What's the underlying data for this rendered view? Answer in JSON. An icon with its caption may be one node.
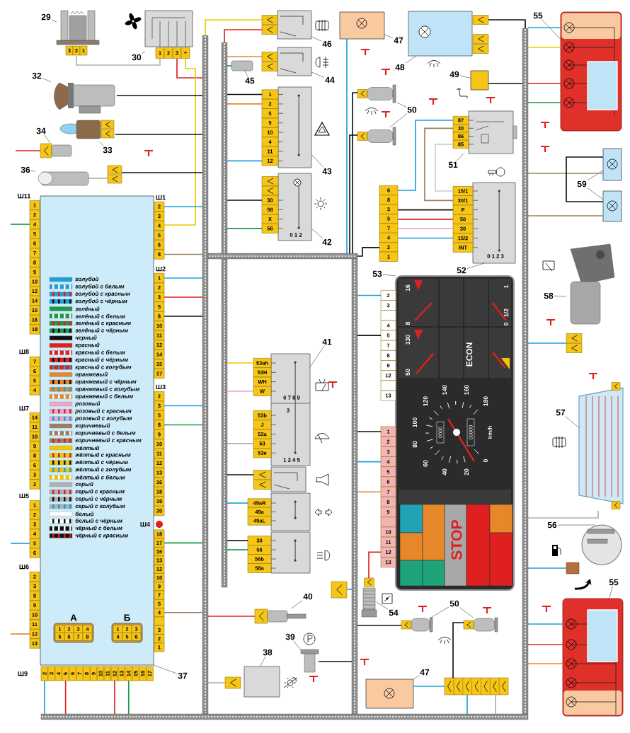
{
  "diagram": {
    "nodes": [
      {
        "text": [],
        "shape": "box"
      },
      {
        "text": [
          "Ш11",
          "1",
          "2",
          "4",
          "5",
          "6",
          "7",
          "8",
          "9",
          "10",
          "12",
          "14",
          "15",
          "16",
          "18"
        ]
      },
      {
        "text": [
          "Ш8",
          "7",
          "6",
          "5",
          "4"
        ]
      },
      {
        "text": [
          "Ш7",
          "14",
          "11",
          "10",
          "9",
          "8",
          "6",
          "3",
          "2"
        ]
      },
      {
        "text": [
          "Ш5",
          "1",
          "2",
          "3",
          "4",
          "5",
          "6"
        ]
      },
      {
        "text": [
          "Ш6",
          "2",
          "3",
          "8",
          "9",
          "10",
          "11",
          "12",
          "13"
        ]
      },
      {
        "text": [
          "Ш1",
          "2",
          "3",
          "4",
          "5",
          "6",
          "8"
        ]
      },
      {
        "text": [
          "Ш2",
          "1",
          "2",
          "3",
          "5",
          "8",
          "10",
          "11",
          "12",
          "14",
          "15",
          "17"
        ]
      },
      {
        "text": [
          "Ш3",
          "2",
          "3",
          "5",
          "8",
          "9",
          "10",
          "11",
          "12",
          "13",
          "16",
          "18",
          "19",
          "20"
        ]
      },
      {
        "text": [
          "Ш4",
          "18",
          "17",
          "16",
          "13",
          "12",
          "10",
          "9",
          "7",
          "5",
          "4",
          "3",
          "2",
          "1"
        ]
      },
      {
        "text": [
          "Ш9",
          "2",
          "3",
          "4",
          "5",
          "6",
          "7",
          "8",
          "9",
          "10",
          "11",
          "12",
          "13",
          "14",
          "15",
          "16",
          "17"
        ]
      },
      {
        "text": [
          "А",
          "1",
          "2",
          "3",
          "4",
          "5",
          "6",
          "7",
          "8"
        ],
        "in": 0
      },
      {
        "text": [
          "Б",
          "1",
          "2",
          "3",
          "4",
          "5",
          "6"
        ],
        "in": 0
      },
      {
        "text": [
          "3",
          "2",
          "1"
        ]
      },
      {
        "text": [
          "1",
          "2",
          "3",
          "+"
        ]
      },
      {
        "text": [],
        "shape": "cylinder"
      },
      {
        "text": [],
        "shape": "picture"
      },
      {
        "text": [],
        "shape": "cylinder"
      },
      {
        "text": [],
        "shape": "picture"
      },
      {
        "text": [],
        "shape": "box"
      },
      {
        "text": [],
        "shape": "box"
      },
      {
        "text": [],
        "shape": "cylinder"
      },
      {
        "text": [
          "1",
          "2",
          "5",
          "9",
          "10",
          "4",
          "11",
          "12"
        ]
      },
      {
        "text": [
          "30",
          "58",
          "X",
          "56",
          "0 1 2"
        ]
      },
      {
        "text": [],
        "shape": "box"
      },
      {
        "text": [],
        "shape": "box"
      },
      {
        "text": [],
        "shape": "box"
      },
      {
        "text": [],
        "shape": "picture"
      },
      {
        "text": [],
        "shape": "picture"
      },
      {
        "text": [
          "87",
          "30",
          "86",
          "85"
        ]
      },
      {
        "text": [
          "6",
          "8",
          "3",
          "5",
          "7",
          "4",
          "2",
          "1"
        ]
      },
      {
        "text": [
          "15/1",
          "30/1",
          "P",
          "50",
          "30",
          "15/2",
          "INT",
          "0 1 2 3"
        ]
      },
      {
        "text": [],
        "shape": "box"
      },
      {
        "text": [],
        "shape": "box"
      },
      {
        "text": [],
        "shape": "box"
      },
      {
        "text": [],
        "shape": "picture"
      },
      {
        "text": [],
        "shape": "picture"
      },
      {
        "text": [],
        "shape": "picture"
      },
      {
        "text": [],
        "shape": "box"
      },
      {
        "text": [
          "16",
          "8",
          "130",
          "50",
          "ECON",
          "1",
          "1/2",
          "0",
          "140",
          "160",
          "120",
          "180",
          "100",
          "80",
          "60",
          "40",
          "20",
          "0",
          "0000",
          "00000",
          "km/h",
          "STOP"
        ]
      },
      {
        "text": [
          "2",
          "3",
          "4",
          "5",
          "7",
          "8",
          "9",
          "12",
          "13"
        ]
      },
      {
        "text": [
          "1",
          "2",
          "3",
          "4",
          "5",
          "6",
          "7",
          "8",
          "9",
          "10",
          "11",
          "12",
          "13"
        ]
      },
      {
        "text": [],
        "shape": "picture"
      },
      {
        "text": [],
        "shape": "cylinder"
      },
      {
        "text": [],
        "shape": "cylinder"
      },
      {
        "text": [],
        "shape": "box"
      },
      {
        "text": [],
        "shape": "picture"
      },
      {
        "text": [],
        "shape": "cylinder"
      },
      {
        "text": [],
        "shape": "box"
      },
      {
        "text": [
          "53ah",
          "53H",
          "WH",
          "W",
          "53b",
          "J",
          "53a",
          "53",
          "53e",
          "6 7 8 9",
          "3",
          "1 2 4 5"
        ]
      },
      {
        "text": [],
        "shape": "box"
      },
      {
        "text": [
          "49aR",
          "49a",
          "49aL"
        ]
      },
      {
        "text": [
          "30",
          "56",
          "56b",
          "56a"
        ]
      },
      {
        "text": [],
        "shape": "box"
      },
      {
        "text": [],
        "shape": "box"
      },
      {
        "text": [
          "29"
        ]
      },
      {
        "text": [
          "30"
        ]
      },
      {
        "text": [
          "32"
        ]
      },
      {
        "text": [
          "33"
        ]
      },
      {
        "text": [
          "34"
        ]
      },
      {
        "text": [
          "36"
        ]
      },
      {
        "text": [
          "46"
        ]
      },
      {
        "text": [
          "44"
        ]
      },
      {
        "text": [
          "45"
        ]
      },
      {
        "text": [
          "43"
        ]
      },
      {
        "text": [
          "42"
        ]
      },
      {
        "text": [
          "47"
        ]
      },
      {
        "text": [
          "48"
        ]
      },
      {
        "text": [
          "49"
        ]
      },
      {
        "text": [
          "50"
        ]
      },
      {
        "text": [
          "51"
        ]
      },
      {
        "text": [
          "52"
        ]
      },
      {
        "text": [
          "55"
        ]
      },
      {
        "text": [
          "59"
        ]
      },
      {
        "text": [
          "58"
        ]
      },
      {
        "text": [
          "57"
        ]
      },
      {
        "text": [
          "56"
        ]
      },
      {
        "text": [
          "55"
        ]
      },
      {
        "text": [
          "53"
        ]
      },
      {
        "text": [
          "54"
        ]
      },
      {
        "text": [
          "50"
        ]
      },
      {
        "text": [
          "47"
        ]
      },
      {
        "text": [
          "40"
        ]
      },
      {
        "text": [
          "39"
        ]
      },
      {
        "text": [
          "38"
        ]
      },
      {
        "text": [
          "41"
        ]
      },
      {
        "text": [
          "37"
        ]
      },
      {
        "text": [],
        "shape": "bar"
      },
      {
        "text": [],
        "shape": "bar"
      },
      {
        "text": [],
        "shape": "bar"
      },
      {
        "text": [],
        "shape": "bar"
      },
      {
        "text": [],
        "shape": "bar"
      },
      {
        "text": [],
        "shape": "bar"
      }
    ],
    "edges": [
      {
        "from": 55,
        "to": 13,
        "arrow": "none",
        "color": "#444444"
      },
      {
        "from": 56,
        "to": 14,
        "arrow": "none",
        "color": "#444444"
      },
      {
        "from": 57,
        "to": 15,
        "arrow": "none",
        "color": "#444444"
      },
      {
        "from": 58,
        "to": 16,
        "arrow": "none",
        "color": "#444444"
      },
      {
        "from": 59,
        "to": 17,
        "arrow": "none",
        "color": "#444444"
      },
      {
        "from": 60,
        "to": 18,
        "arrow": "none",
        "color": "#444444"
      },
      {
        "from": 61,
        "to": 19,
        "arrow": "none",
        "color": "#444444"
      },
      {
        "from": 62,
        "to": 20,
        "arrow": "none",
        "color": "#444444"
      },
      {
        "from": 63,
        "to": 21,
        "arrow": "none",
        "color": "#444444"
      },
      {
        "from": 64,
        "to": 22,
        "arrow": "none",
        "color": "#444444"
      },
      {
        "from": 65,
        "to": 23,
        "arrow": "none",
        "color": "#444444"
      },
      {
        "from": 66,
        "to": 24,
        "arrow": "none",
        "color": "#444444"
      },
      {
        "from": 67,
        "to": 25,
        "arrow": "none",
        "color": "#444444"
      },
      {
        "from": 68,
        "to": 26,
        "arrow": "none",
        "color": "#444444"
      },
      {
        "from": 69,
        "to": 27,
        "arrow": "none",
        "color": "#444444"
      },
      {
        "from": 69,
        "to": 28,
        "arrow": "none",
        "color": "#444444"
      },
      {
        "from": 70,
        "to": 29,
        "arrow": "none",
        "color": "#444444"
      },
      {
        "from": 71,
        "to": 31,
        "arrow": "none",
        "color": "#444444"
      },
      {
        "from": 72,
        "to": 32,
        "arrow": "none",
        "color": "#444444"
      },
      {
        "from": 73,
        "to": 33,
        "arrow": "none",
        "color": "#444444"
      },
      {
        "from": 73,
        "to": 34,
        "arrow": "none",
        "color": "#444444"
      },
      {
        "from": 74,
        "to": 35,
        "arrow": "none",
        "color": "#444444"
      },
      {
        "from": 75,
        "to": 36,
        "arrow": "none",
        "color": "#444444"
      },
      {
        "from": 76,
        "to": 37,
        "arrow": "none",
        "color": "#444444"
      },
      {
        "from": 77,
        "to": 38,
        "arrow": "none",
        "color": "#444444"
      },
      {
        "from": 78,
        "to": 39,
        "arrow": "none",
        "color": "#444444"
      },
      {
        "from": 79,
        "to": 42,
        "arrow": "none",
        "color": "#444444"
      },
      {
        "from": 80,
        "to": 43,
        "arrow": "none",
        "color": "#444444"
      },
      {
        "from": 80,
        "to": 44,
        "arrow": "none",
        "color": "#444444"
      },
      {
        "from": 81,
        "to": 45,
        "arrow": "none",
        "color": "#444444"
      },
      {
        "from": 82,
        "to": 46,
        "arrow": "none",
        "color": "#444444"
      },
      {
        "from": 83,
        "to": 47,
        "arrow": "none",
        "color": "#444444"
      },
      {
        "from": 84,
        "to": 48,
        "arrow": "none",
        "color": "#444444"
      },
      {
        "from": 85,
        "to": 49,
        "arrow": "none",
        "color": "#444444"
      },
      {
        "from": 86,
        "to": 0,
        "arrow": "none",
        "color": "#444444"
      },
      {
        "from": 13,
        "to": 14,
        "arrow": "none",
        "color": "#b0b0b0"
      },
      {
        "from": 14,
        "to": 87,
        "arrow": "none",
        "color": "#e02020"
      },
      {
        "from": 14,
        "to": 6,
        "arrow": "none",
        "color": "#f0c800"
      },
      {
        "from": 15,
        "to": 87,
        "arrow": "none",
        "color": "#111111"
      },
      {
        "from": 16,
        "to": 87,
        "arrow": "none",
        "color": "#111111"
      },
      {
        "from": 18,
        "to": 87,
        "arrow": "none",
        "color": "#111111"
      },
      {
        "from": null,
        "to": 17,
        "arrow": "none",
        "color": "#e02020"
      },
      {
        "from": 19,
        "to": 87,
        "arrow": "none",
        "color": "#f0c800"
      },
      {
        "from": 19,
        "to": 88,
        "arrow": "none",
        "color": "#e02020"
      },
      {
        "from": 20,
        "to": 88,
        "arrow": "none",
        "color": "#e8862a"
      },
      {
        "from": 21,
        "to": 88,
        "arrow": "none",
        "color": "#1a9a46"
      },
      {
        "from": 22,
        "to": 88,
        "arrow": "none",
        "color": "#111111"
      },
      {
        "from": 22,
        "to": 88,
        "arrow": "none",
        "color": "#e8862a"
      },
      {
        "from": 22,
        "to": 88,
        "arrow": "none",
        "color": "#1ea0dc"
      },
      {
        "from": 23,
        "to": 88,
        "arrow": "none",
        "color": "#111111"
      },
      {
        "from": 23,
        "to": 88,
        "arrow": "none",
        "color": "#1a9a46"
      },
      {
        "from": 24,
        "to": 91,
        "arrow": "none",
        "color": "#1ea0dc"
      },
      {
        "from": 25,
        "to": 89,
        "arrow": "none",
        "color": "#111111"
      },
      {
        "from": 26,
        "to": 89,
        "arrow": "none",
        "color": "#111111"
      },
      {
        "from": 27,
        "to": 91,
        "arrow": "none",
        "color": "#111111"
      },
      {
        "from": 28,
        "to": 91,
        "arrow": "none",
        "color": "#111111"
      },
      {
        "from": 29,
        "to": 30,
        "arrow": "none",
        "color": "#1ea0dc"
      },
      {
        "from": 29,
        "to": 31,
        "arrow": "none",
        "color": "#9a8060"
      },
      {
        "from": 29,
        "to": 31,
        "arrow": "none",
        "color": "#cccccc"
      },
      {
        "from": 30,
        "to": 31,
        "arrow": "none",
        "color": "#111111"
      },
      {
        "from": 30,
        "to": 31,
        "arrow": "none",
        "color": "#e02020"
      },
      {
        "from": 30,
        "to": 31,
        "arrow": "none",
        "color": "#f0a8c8"
      },
      {
        "from": 30,
        "to": 31,
        "arrow": "none",
        "color": "#1ea0dc"
      },
      {
        "from": 30,
        "to": 91,
        "arrow": "none",
        "color": "#111111"
      },
      {
        "from": 32,
        "to": 89,
        "arrow": "none",
        "color": "#1ea0dc"
      },
      {
        "from": 32,
        "to": 89,
        "arrow": "none",
        "color": "#f0c800"
      },
      {
        "from": 32,
        "to": 89,
        "arrow": "none",
        "color": "#e02020"
      },
      {
        "from": 32,
        "to": 89,
        "arrow": "none",
        "color": "#1a9a46"
      },
      {
        "from": 33,
        "to": 89,
        "arrow": "none",
        "color": "#9a8060"
      },
      {
        "from": 34,
        "to": 89,
        "arrow": "none",
        "color": "#9a8060"
      },
      {
        "from": 33,
        "to": 34,
        "arrow": "none",
        "color": "#111111"
      },
      {
        "from": 35,
        "to": 89,
        "arrow": "none",
        "color": "#1ea0dc"
      },
      {
        "from": 36,
        "to": 89,
        "arrow": "none",
        "color": "#b0b0b0"
      },
      {
        "from": 37,
        "to": 89,
        "arrow": "none",
        "color": "#1ea0dc"
      },
      {
        "from": 38,
        "to": 89,
        "arrow": "none",
        "color": "#1ea0dc"
      },
      {
        "from": 38,
        "to": 89,
        "arrow": "none",
        "color": "#e02020"
      },
      {
        "from": 38,
        "to": 89,
        "arrow": "none",
        "color": "#e8862a"
      },
      {
        "from": 40,
        "to": 92,
        "arrow": "none",
        "color": "#1ea0dc"
      },
      {
        "from": 40,
        "to": 92,
        "arrow": "none",
        "color": "#111111"
      },
      {
        "from": 41,
        "to": 92,
        "arrow": "none",
        "color": "#111111"
      },
      {
        "from": 41,
        "to": 92,
        "arrow": "none",
        "color": "#1ea0dc"
      },
      {
        "from": 41,
        "to": 92,
        "arrow": "none",
        "color": "#e8862a"
      },
      {
        "from": 42,
        "to": 41,
        "arrow": "none",
        "color": "#e02020"
      },
      {
        "from": 43,
        "to": 92,
        "arrow": "none",
        "color": "#111111"
      },
      {
        "from": 44,
        "to": 53,
        "arrow": "none",
        "color": "#111111"
      },
      {
        "from": 45,
        "to": 53,
        "arrow": "none",
        "color": "#1ea0dc"
      },
      {
        "from": 53,
        "to": 90,
        "arrow": "none",
        "color": "#1ea0dc"
      },
      {
        "from": 53,
        "to": 90,
        "arrow": "none",
        "color": "#b0b0b0"
      },
      {
        "from": 46,
        "to": 87,
        "arrow": "none",
        "color": "#e02020"
      },
      {
        "from": 48,
        "to": 87,
        "arrow": "none",
        "color": "#b0b0b0"
      },
      {
        "from": 47,
        "to": 92,
        "arrow": "none",
        "color": "#111111"
      },
      {
        "from": 54,
        "to": 92,
        "arrow": "none",
        "color": "#1ea0dc"
      },
      {
        "from": 49,
        "to": 88,
        "arrow": "none",
        "color": "#f0c800"
      },
      {
        "from": 49,
        "to": 88,
        "arrow": "none",
        "color": "#f0a8c8"
      },
      {
        "from": 49,
        "to": 88,
        "arrow": "none",
        "color": "#b0b0b0"
      },
      {
        "from": 50,
        "to": 88,
        "arrow": "none",
        "color": "#111111"
      },
      {
        "from": 51,
        "to": 88,
        "arrow": "none",
        "color": "#1ea0dc"
      },
      {
        "from": 52,
        "to": 88,
        "arrow": "none",
        "color": "#111111"
      },
      {
        "from": 52,
        "to": 88,
        "arrow": "none",
        "color": "#1a9a46"
      },
      {
        "from": 6,
        "to": 87,
        "arrow": "none",
        "color": "#1ea0dc"
      },
      {
        "from": 6,
        "to": 87,
        "arrow": "none",
        "color": "#9a8060"
      },
      {
        "from": 7,
        "to": 87,
        "arrow": "none",
        "color": "#1ea0dc"
      },
      {
        "from": 7,
        "to": 87,
        "arrow": "none",
        "color": "#e02020"
      },
      {
        "from": 7,
        "to": 87,
        "arrow": "none",
        "color": "#111111"
      },
      {
        "from": 8,
        "to": 87,
        "arrow": "none",
        "color": "#1ea0dc"
      },
      {
        "from": 8,
        "to": 87,
        "arrow": "none",
        "color": "#1a9a46"
      },
      {
        "from": 9,
        "to": 87,
        "arrow": "none",
        "color": "#1a9a46"
      },
      {
        "from": 9,
        "to": 87,
        "arrow": "none",
        "color": "#9a8060"
      },
      {
        "from": 10,
        "to": 90,
        "arrow": "none",
        "color": "#1ea0dc"
      },
      {
        "from": 10,
        "to": 90,
        "arrow": "none",
        "color": "#e02020"
      },
      {
        "from": 10,
        "to": 90,
        "arrow": "none",
        "color": "#e02020"
      },
      {
        "from": 10,
        "to": 90,
        "arrow": "none",
        "color": "#1a9a46"
      },
      {
        "from": null,
        "to": 1,
        "arrow": "none",
        "color": "#1a9a46"
      },
      {
        "from": null,
        "to": 4,
        "arrow": "none",
        "color": "#1ea0dc"
      },
      {
        "from": null,
        "to": 5,
        "arrow": "none",
        "color": "#e8862a"
      }
    ],
    "legend": [
      {
        "text": "голубой",
        "color": "#1ea0dc"
      },
      {
        "text": "голубой с белым",
        "color": "#1ea0dc"
      },
      {
        "text": "голубой с красным",
        "color": "#1ea0dc"
      },
      {
        "text": "голубой с чёрным",
        "color": "#1ea0dc"
      },
      {
        "text": "зелёный",
        "color": "#1a9a46"
      },
      {
        "text": "зелёный с белым",
        "color": "#1a9a46"
      },
      {
        "text": "зелёный с красным",
        "color": "#1a9a46"
      },
      {
        "text": "зелёный с чёрным",
        "color": "#1a9a46"
      },
      {
        "text": "черный",
        "color": "#111111"
      },
      {
        "text": "красный",
        "color": "#e02020"
      },
      {
        "text": "красный с белым",
        "color": "#e02020"
      },
      {
        "text": "красный с чёрным",
        "color": "#e02020"
      },
      {
        "text": "красный с голубым",
        "color": "#e02020"
      },
      {
        "text": "оранжевый",
        "color": "#e8862a"
      },
      {
        "text": "оранжевый с чёрным",
        "color": "#e8862a"
      },
      {
        "text": "оранжевый с голубым",
        "color": "#e8862a"
      },
      {
        "text": "оранжевый с белым",
        "color": "#e8862a"
      },
      {
        "text": "розовый",
        "color": "#f0a8c8"
      },
      {
        "text": "розовый с красным",
        "color": "#f0a8c8"
      },
      {
        "text": "розовый с голубым",
        "color": "#f0a8c8"
      },
      {
        "text": "коричневый",
        "color": "#9a8060"
      },
      {
        "text": "коричневый с белым",
        "color": "#9a8060"
      },
      {
        "text": "коричневый с красным",
        "color": "#9a8060"
      },
      {
        "text": "жёлтый",
        "color": "#f0c800"
      },
      {
        "text": "жёлтый с красным",
        "color": "#f0c800"
      },
      {
        "text": "жёлтый с чёрным",
        "color": "#f0c800"
      },
      {
        "text": "жёлтый с голубым",
        "color": "#f0c800"
      },
      {
        "text": "жёлтый с белым",
        "color": "#f0c800"
      },
      {
        "text": "серый",
        "color": "#b0b0b0"
      },
      {
        "text": "серый с красным",
        "color": "#b0b0b0"
      },
      {
        "text": "серый с чёрным",
        "color": "#b0b0b0"
      },
      {
        "text": "серый с голубым",
        "color": "#b0b0b0"
      },
      {
        "text": "белый",
        "color": "#ffffff"
      },
      {
        "text": "белый с чёрным",
        "color": "#ffffff"
      },
      {
        "text": "чёрный с белым",
        "color": "#111111"
      },
      {
        "text": "чёрный с красным",
        "color": "#111111"
      }
    ]
  }
}
